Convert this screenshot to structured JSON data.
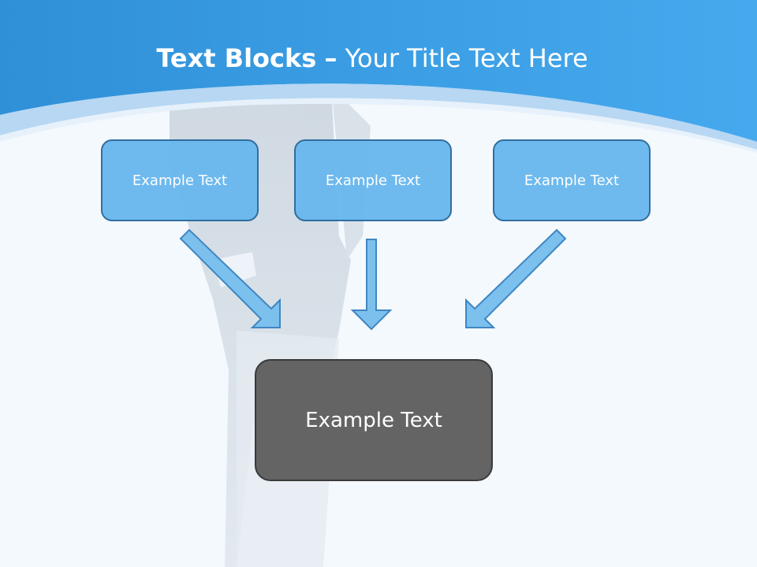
{
  "slide": {
    "title_bold": "Text Blocks",
    "title_separator": "–",
    "title_rest": "Your Title Text Here"
  },
  "blocks": {
    "top": [
      {
        "text": "Example Text"
      },
      {
        "text": "Example Text"
      },
      {
        "text": "Example Text"
      }
    ],
    "result": {
      "text": "Example Text"
    }
  },
  "colors": {
    "header_blue": "#3e9fe3",
    "box_fill": "#6ab8ef",
    "box_border": "#2b6a9c",
    "arrow_fill": "#7cc0ee",
    "result_fill": "#646464"
  },
  "icons": {
    "arrow": "arrow-down-icon"
  }
}
